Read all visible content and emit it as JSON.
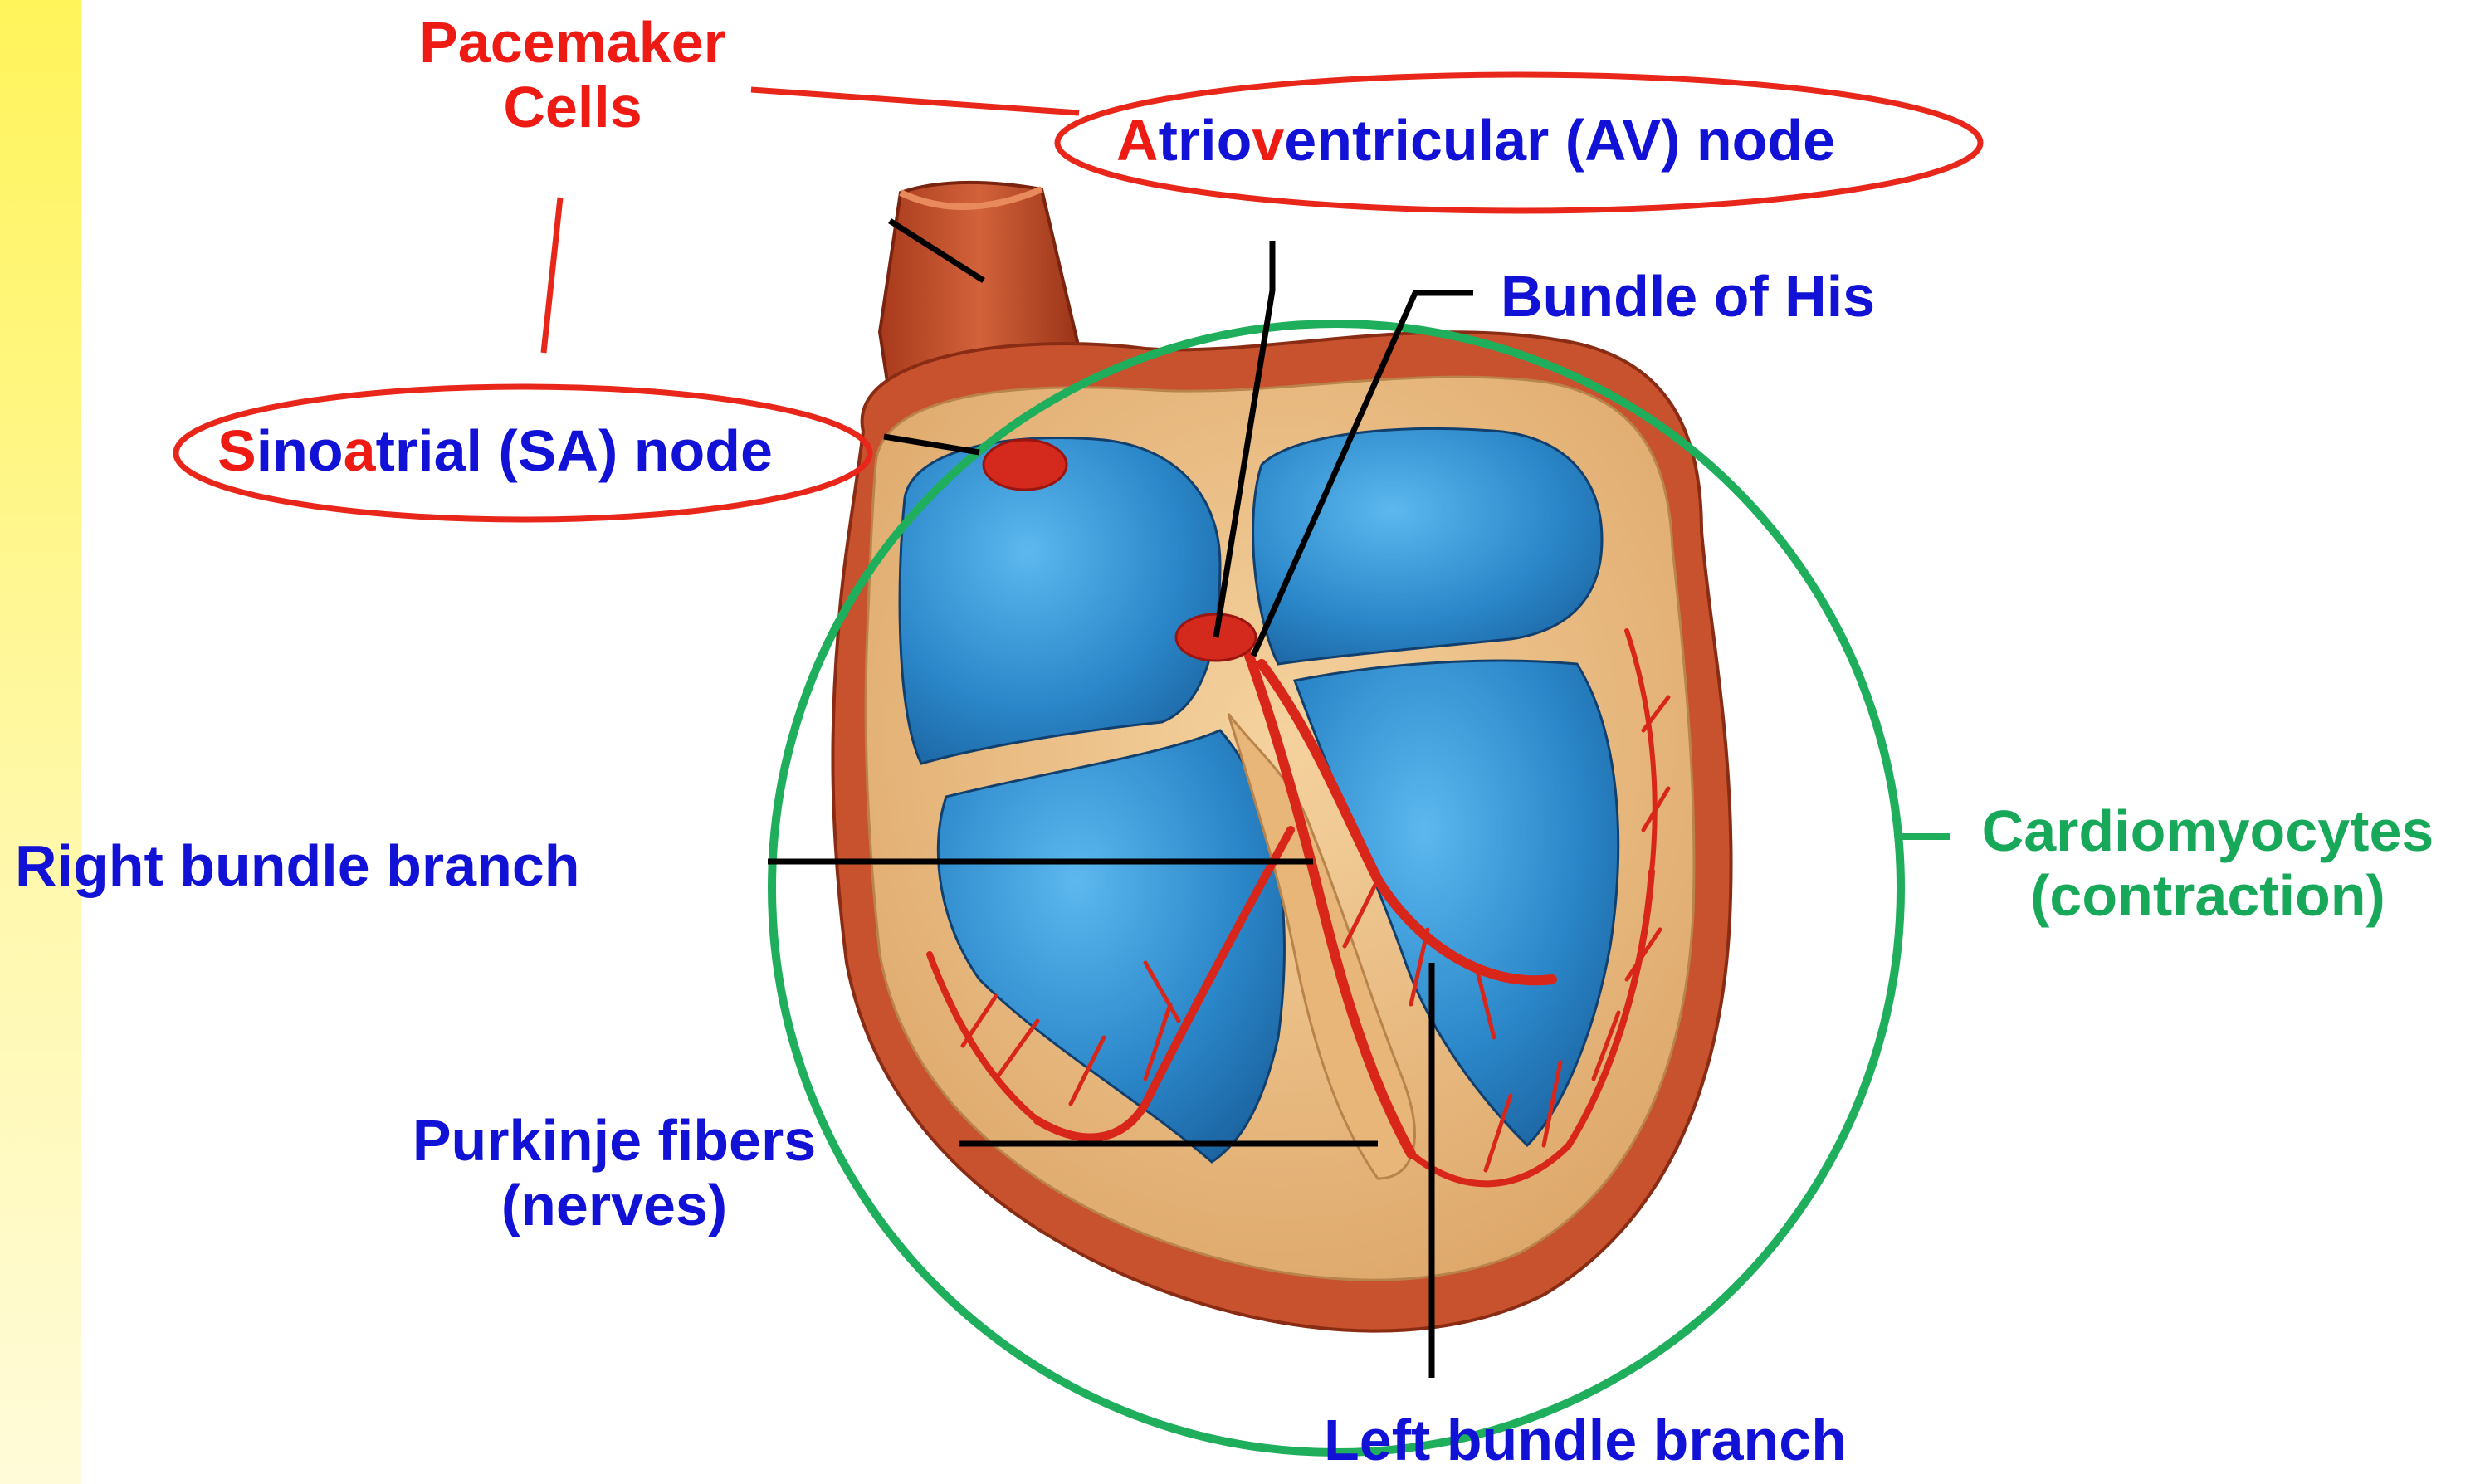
{
  "labels": {
    "pacemaker_cells": [
      "Pacemaker",
      "Cells"
    ],
    "av_node": {
      "p1": "A",
      "p2": "trio",
      "p3": "v",
      "p4": "entricular (AV) node"
    },
    "sa_node": {
      "p1": "S",
      "p2": "ino",
      "p3": "a",
      "p4": "trial (SA) node"
    },
    "bundle_of_his": "Bundle of His",
    "right_bundle_branch": "Right bundle branch",
    "purkinje_fibers": [
      "Purkinje fibers",
      "(nerves)"
    ],
    "left_bundle_branch": "Left bundle branch",
    "cardiomyocytes": [
      "Cardiomyocytes",
      "(contraction)"
    ]
  },
  "colors": {
    "label_blue": "#1212d6",
    "pacemaker_red": "#ee1a14",
    "cardiomyocyte_green": "#17a85a",
    "background_yellow": "#fff45a",
    "chamber_blue": "#2a86c8",
    "muscle_tan": "#e9b97c",
    "vessel_red": "#c8452a"
  }
}
